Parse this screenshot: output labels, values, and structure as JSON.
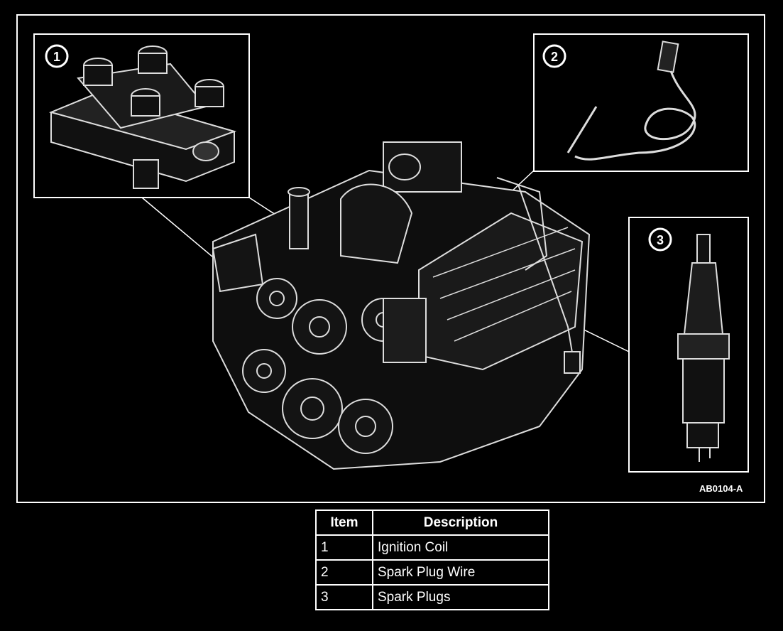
{
  "figure_code": "AB0104-A",
  "callouts": [
    "1",
    "2",
    "3"
  ],
  "table": {
    "headers": {
      "item": "Item",
      "description": "Description"
    },
    "rows": [
      {
        "item": "1",
        "description": "Ignition Coil"
      },
      {
        "item": "2",
        "description": "Spark Plug Wire"
      },
      {
        "item": "3",
        "description": "Spark Plugs"
      }
    ]
  }
}
